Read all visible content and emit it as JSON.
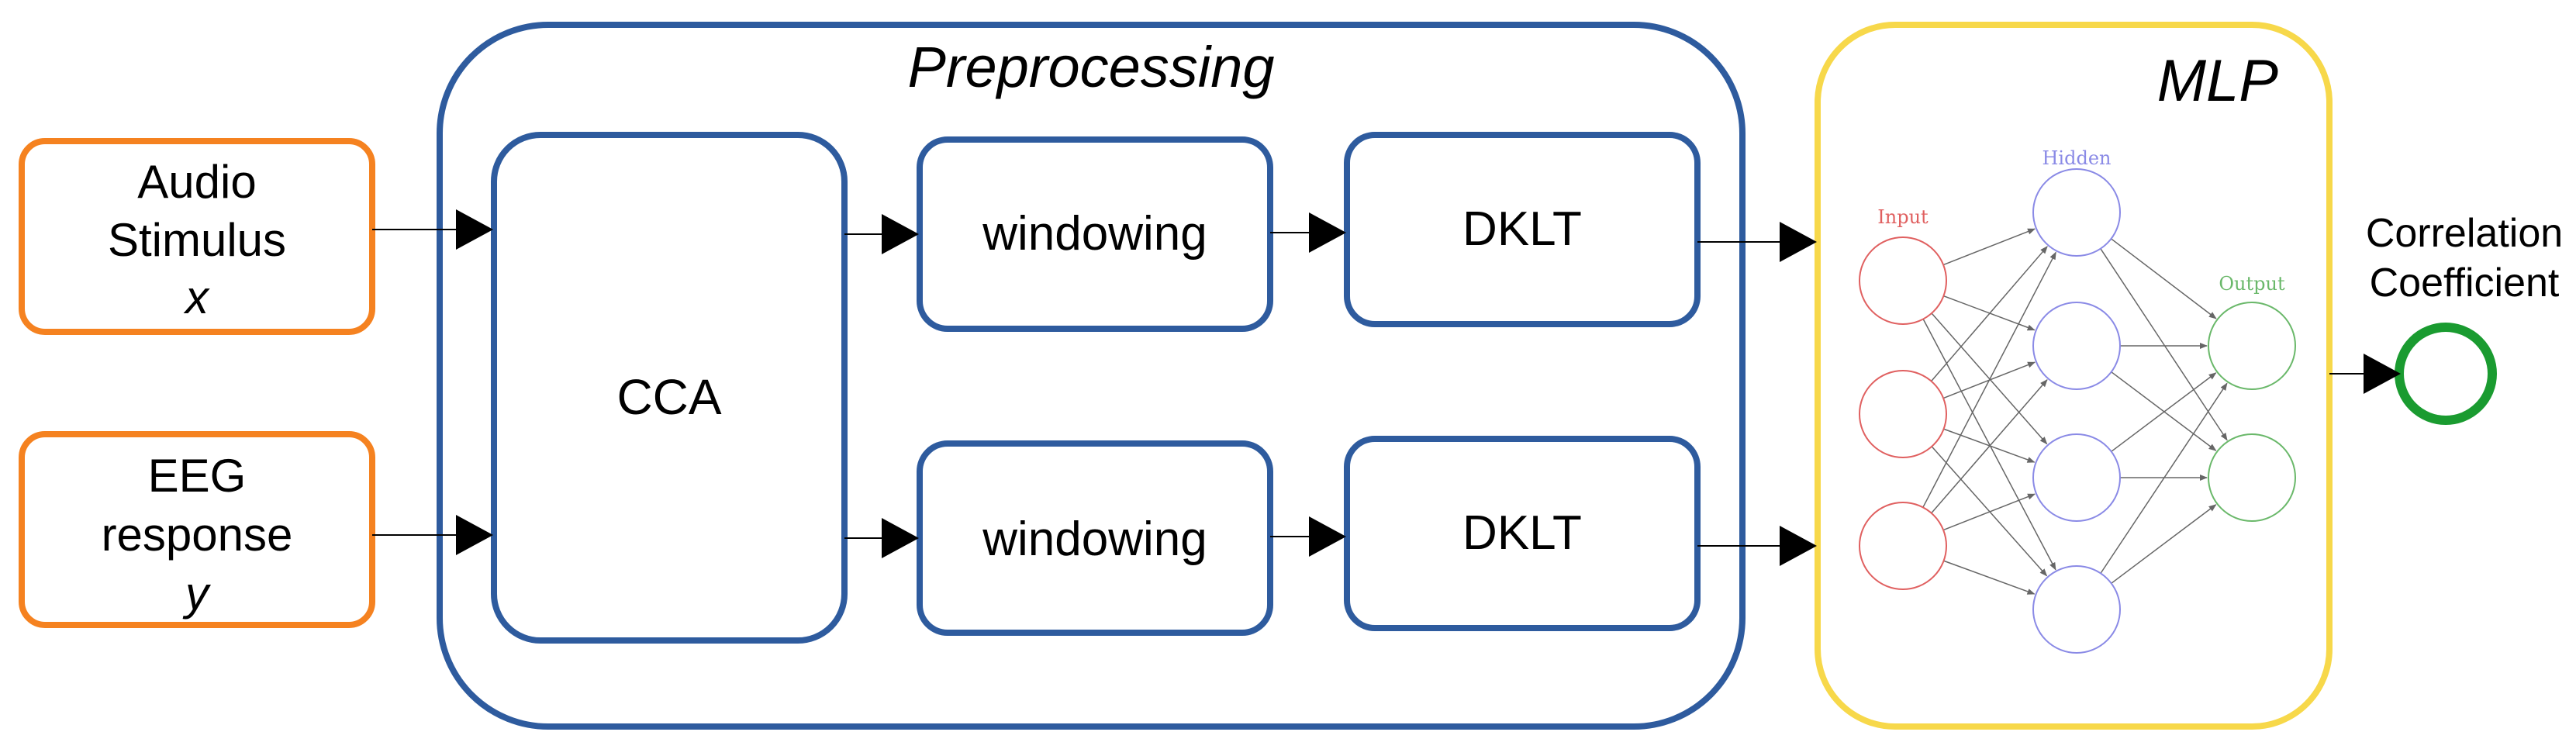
{
  "inputs": {
    "audio": {
      "line1": "Audio",
      "line2": "Stimulus",
      "var": "x"
    },
    "eeg": {
      "line1": "EEG",
      "line2": "response",
      "var": "y"
    }
  },
  "preprocessing": {
    "title": "Preprocessing",
    "cca": "CCA",
    "windowing_top": "windowing",
    "windowing_bottom": "windowing",
    "dklt_top": "DKLT",
    "dklt_bottom": "DKLT"
  },
  "mlp": {
    "title": "MLP",
    "input_label": "Input",
    "hidden_label": "Hidden",
    "output_label": "Output"
  },
  "output": {
    "line1": "Correlation",
    "line2": "Coefficient"
  },
  "colors": {
    "orange": "#f58220",
    "blue": "#2e5b9e",
    "yellow": "#f7d84a",
    "green": "#1a9b30",
    "nn_input": "#e06060",
    "nn_hidden": "#8a8ae6",
    "nn_output": "#6ab86a",
    "arrow": "#000000",
    "edge": "#666666"
  },
  "icons": {
    "arrowhead": "triangle-arrowhead",
    "neuron": "circle-node",
    "result": "circle-outline"
  }
}
